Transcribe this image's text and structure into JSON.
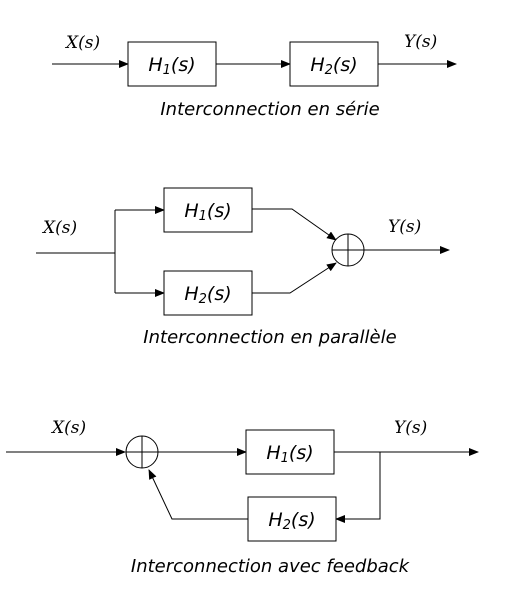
{
  "series_block": {
    "input": "X(s)",
    "output": "Y(s)",
    "h1": {
      "letter": "H",
      "sub": "1",
      "arg": "(s)"
    },
    "h2": {
      "letter": "H",
      "sub": "2",
      "arg": "(s)"
    },
    "caption": "Interconnection en série"
  },
  "parallel_block": {
    "input": "X(s)",
    "output": "Y(s)",
    "h1": {
      "letter": "H",
      "sub": "1",
      "arg": "(s)"
    },
    "h2": {
      "letter": "H",
      "sub": "2",
      "arg": "(s)"
    },
    "caption": "Interconnection en parallèle"
  },
  "feedback_block": {
    "input": "X(s)",
    "output": "Y(s)",
    "h1": {
      "letter": "H",
      "sub": "1",
      "arg": "(s)"
    },
    "h2": {
      "letter": "H",
      "sub": "2",
      "arg": "(s)"
    },
    "caption": "Interconnection avec feedback"
  }
}
